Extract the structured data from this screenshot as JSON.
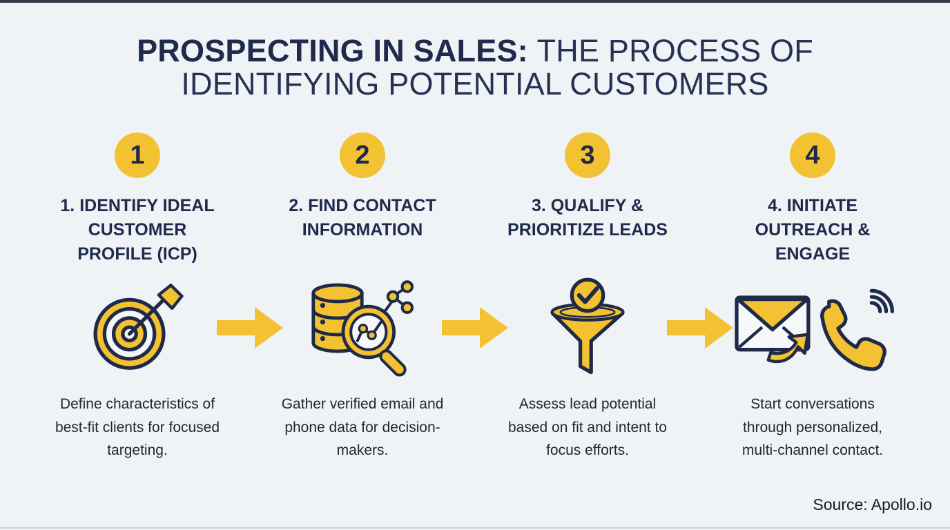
{
  "page": {
    "background_color": "#EFF3F6",
    "accent_yellow": "#F3C233",
    "navy": "#1E2A47",
    "top_bar_color": "#1B2336"
  },
  "title": {
    "bold": "PROSPECTING IN SALES:",
    "rest": "THE PROCESS OF IDENTIFYING POTENTIAL CUSTOMERS"
  },
  "steps": [
    {
      "number": "1",
      "title": "1. IDENTIFY IDEAL CUSTOMER PROFILE (ICP)",
      "icon": "target-arrow-icon",
      "description": "Define characteristics of best-fit clients for focused targeting."
    },
    {
      "number": "2",
      "title": "2. FIND CONTACT INFORMATION",
      "icon": "database-search-icon",
      "description": "Gather verified email and phone data for decision-makers."
    },
    {
      "number": "3",
      "title": "3. QUALIFY & PRIORITIZE LEADS",
      "icon": "funnel-check-icon",
      "description": "Assess lead potential based on fit and intent to focus efforts."
    },
    {
      "number": "4",
      "title": "4. INITIATE OUTREACH & ENGAGE",
      "icon": "email-send-phone-icon",
      "description": "Start conversations through personalized, multi-channel contact."
    }
  ],
  "flow": {
    "arrow_icon": "arrow-right-icon",
    "arrow_color": "#F3C233"
  },
  "source": {
    "label": "Source: Apollo.io"
  }
}
